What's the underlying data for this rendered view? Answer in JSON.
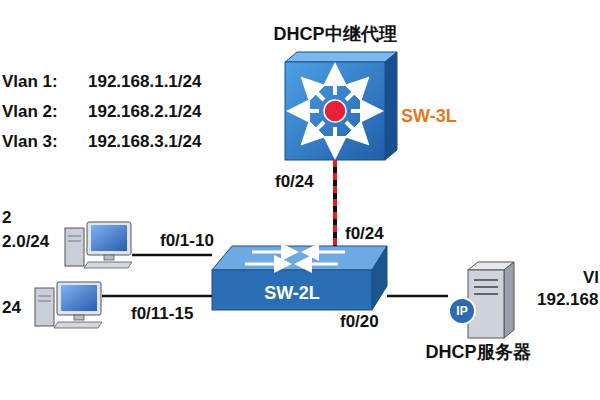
{
  "diagram": {
    "nodes": [
      {
        "text": [
          "DHCP中继代理",
          "SW-3L"
        ]
      },
      {
        "text": [
          "2",
          "2.0/24"
        ]
      },
      {
        "text": [
          "SW-2L"
        ]
      },
      {
        "text": [
          "24"
        ]
      },
      {
        "text": [
          "DHCP服务器"
        ]
      }
    ],
    "edges": [
      {
        "from": 0,
        "to": 2,
        "arrow": "none",
        "label": "f0/24"
      },
      {
        "from": 1,
        "to": 2,
        "arrow": "none",
        "label": "f0/1-10"
      },
      {
        "from": 3,
        "to": 2,
        "arrow": "none",
        "label": "f0/11-15"
      },
      {
        "from": 2,
        "to": 4,
        "arrow": "none",
        "label": "f0/20"
      }
    ],
    "labels": [
      "Vlan 1:",
      "192.168.1.1/24",
      "Vlan 2:",
      "192.168.2.1/24",
      "Vlan 3:",
      "192.168.3.1/24",
      "f0/24",
      "Vl",
      "192.168",
      "IP"
    ]
  }
}
